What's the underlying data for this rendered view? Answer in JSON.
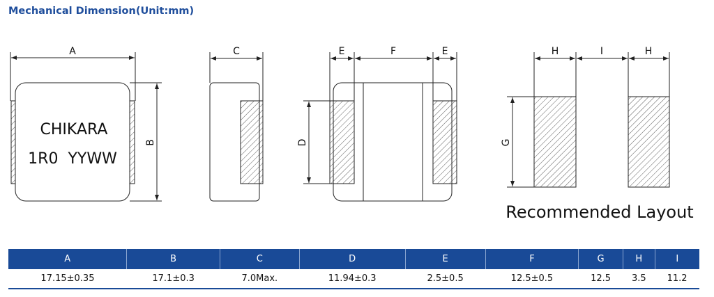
{
  "title": "Mechanical Dimension(Unit:mm)",
  "drawing": {
    "marking_line1": "CHIKARA",
    "marking_line2": "1R0  YYWW",
    "labels": {
      "A": "A",
      "B": "B",
      "C": "C",
      "D": "D",
      "E": "E",
      "F": "F",
      "G": "G",
      "H": "H",
      "I": "I"
    },
    "layout_caption": "Recommended Layout"
  },
  "table": {
    "headers": [
      "A",
      "B",
      "C",
      "D",
      "E",
      "F",
      "G",
      "H",
      "I"
    ],
    "values": [
      "17.15±0.35",
      "17.1±0.3",
      "7.0Max.",
      "11.94±0.3",
      "2.5±0.5",
      "12.5±0.5",
      "12.5",
      "3.5",
      "11.2"
    ]
  }
}
